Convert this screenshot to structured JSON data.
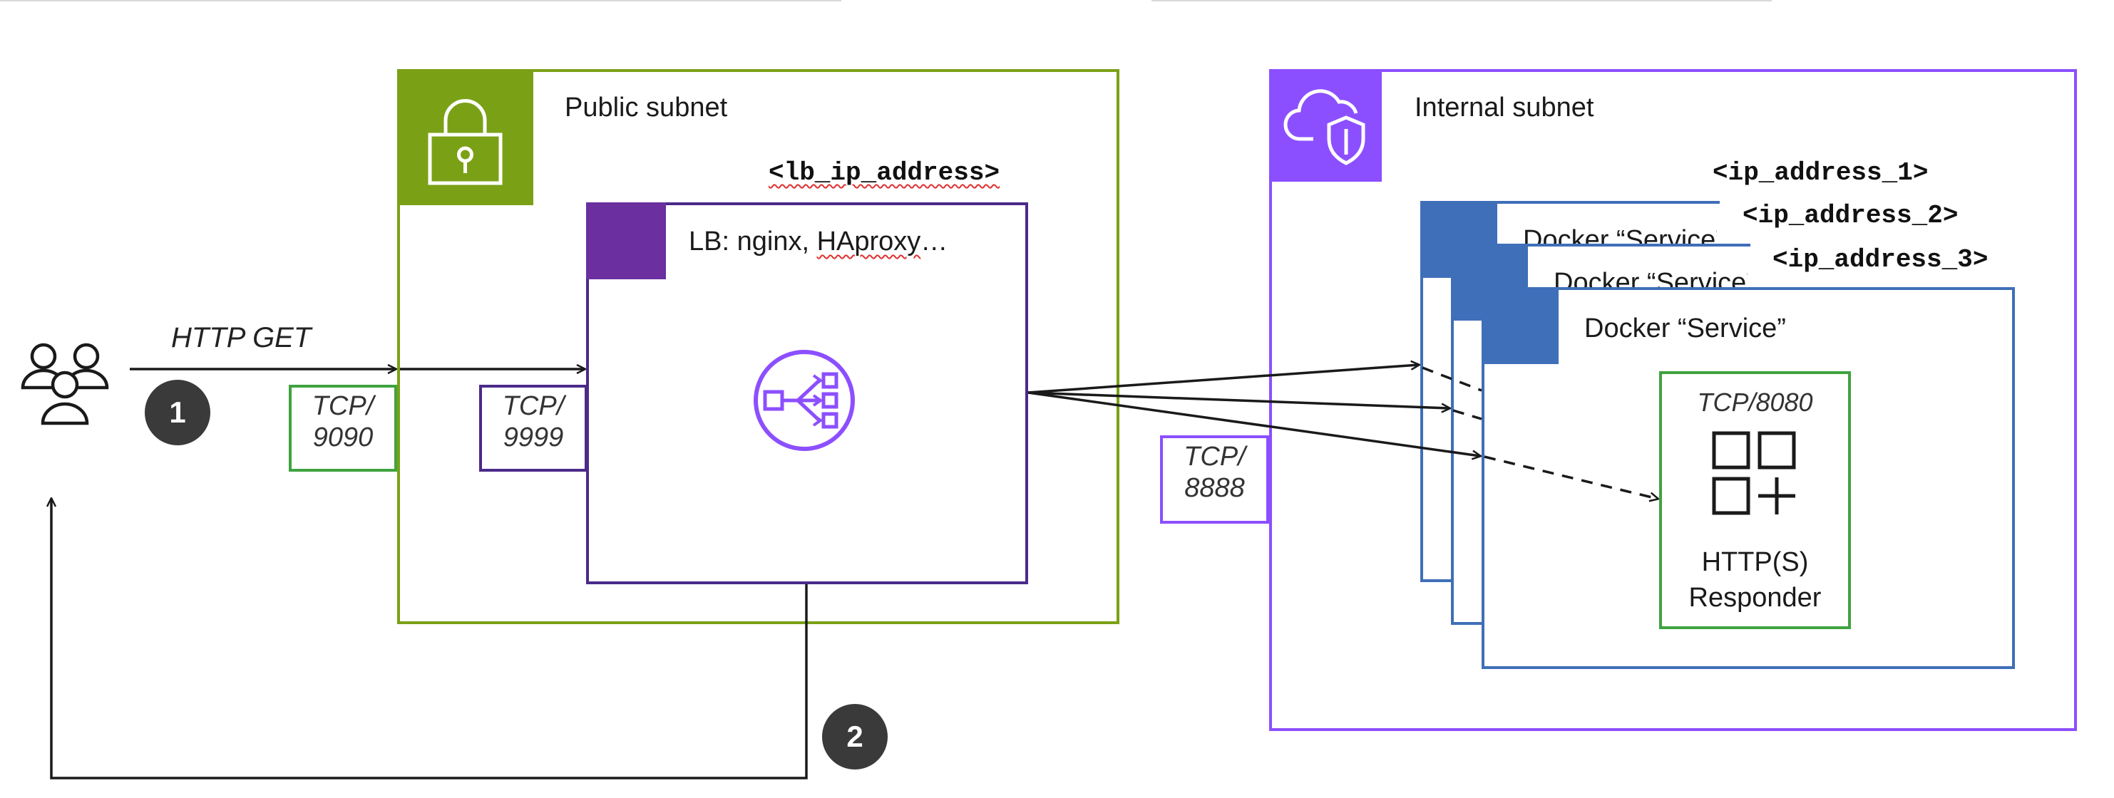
{
  "client": {
    "icon": "users-icon",
    "request_label": "HTTP GET",
    "step1": "1",
    "step2": "2"
  },
  "public_subnet": {
    "title": "Public subnet",
    "icon": "lock-icon",
    "accent": "#7aa116",
    "port": {
      "line1": "TCP/",
      "line2": "9090"
    }
  },
  "lb": {
    "address": "<lb_ip_address>",
    "title_prefix": "LB: nginx, ",
    "title_flagged": "HAproxy",
    "title_suffix": "…",
    "icon": "load-balancer-icon",
    "accent": "#6b2fa0",
    "port": {
      "line1": "TCP/",
      "line2": "9999"
    }
  },
  "backend_port": {
    "line1": "TCP/",
    "line2": "8888"
  },
  "internal_subnet": {
    "title": "Internal subnet",
    "icon": "cloud-shield-icon",
    "accent": "#8c4fff"
  },
  "services": [
    {
      "address": "<ip_address_1>",
      "title": "Docker “Service”"
    },
    {
      "address": "<ip_address_2>",
      "title": "Docker “Service”"
    },
    {
      "address": "<ip_address_3>",
      "title": "Docker “Service”"
    }
  ],
  "service_accent": "#3f6fb8",
  "responder": {
    "port": "TCP/8080",
    "icon": "apps-grid-icon",
    "line1": "HTTP(S)",
    "line2": "Responder",
    "accent": "#3fa33f"
  }
}
